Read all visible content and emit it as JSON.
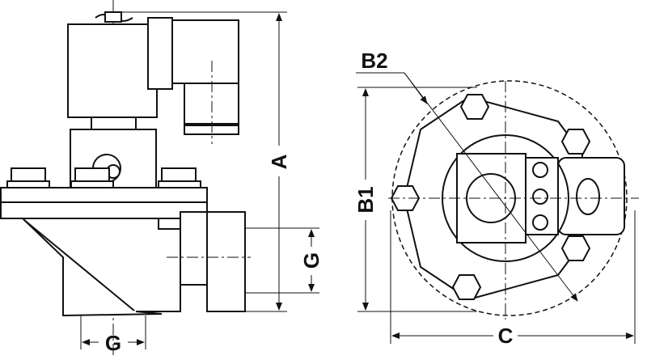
{
  "diagram": {
    "side_view": {
      "dimension_labels": {
        "height": "A",
        "outlet_port": "G",
        "inlet_port": "G"
      }
    },
    "top_view": {
      "dimension_labels": {
        "diagonal": "B2",
        "height": "B1",
        "width": "C"
      }
    }
  }
}
